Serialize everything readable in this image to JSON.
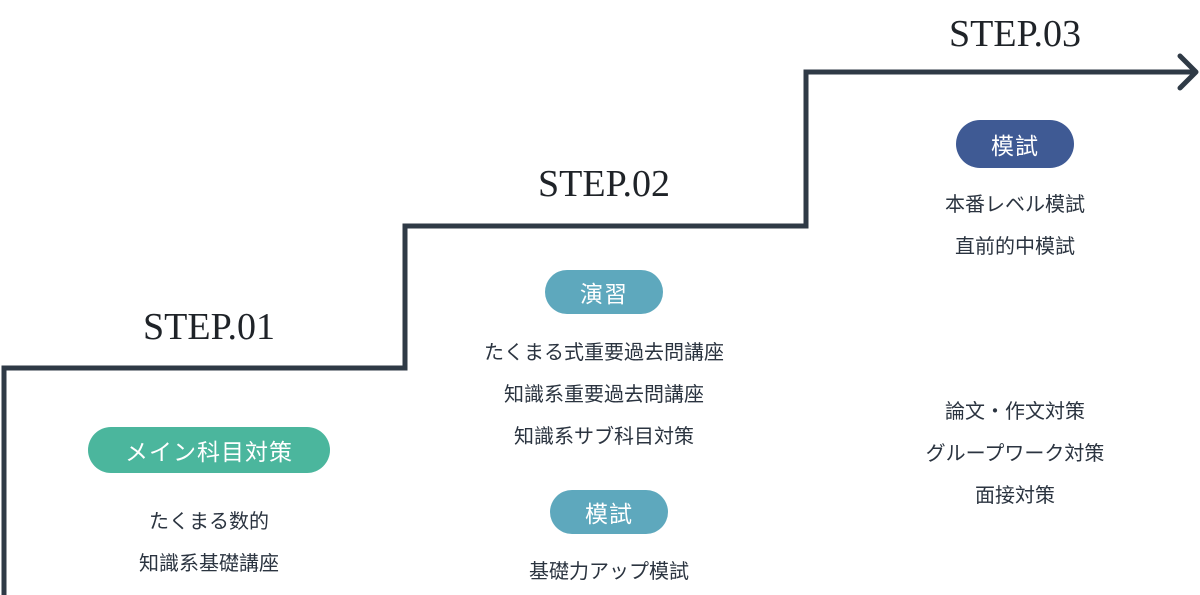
{
  "colors": {
    "line": "#2f3a46",
    "green": "#4bb69d",
    "teal": "#5ea8bd",
    "navy": "#3f5a94"
  },
  "steps": [
    {
      "title": "STEP.01",
      "groups": [
        {
          "badge": "メイン科目対策",
          "items": [
            "たくまる数的",
            "知識系基礎講座"
          ]
        }
      ]
    },
    {
      "title": "STEP.02",
      "groups": [
        {
          "badge": "演習",
          "items": [
            "たくまる式重要過去問講座",
            "知識系重要過去問講座",
            "知識系サブ科目対策"
          ]
        },
        {
          "badge": "模試",
          "items": [
            "基礎力アップ模試"
          ]
        }
      ]
    },
    {
      "title": "STEP.03",
      "groups": [
        {
          "badge": "模試",
          "items": [
            "本番レベル模試",
            "直前的中模試"
          ]
        },
        {
          "items": [
            "論文・作文対策",
            "グループワーク対策",
            "面接対策"
          ]
        }
      ]
    }
  ]
}
